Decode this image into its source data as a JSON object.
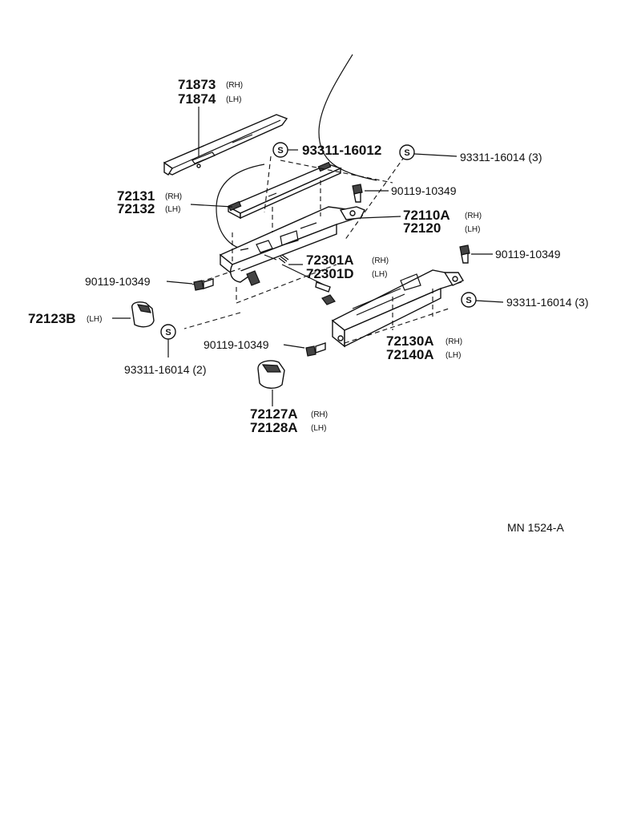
{
  "labels": {
    "p71873": "71873",
    "p71874": "71874",
    "p72131": "72131",
    "p72132": "72132",
    "p72110a": "72110A",
    "p72120": "72120",
    "p72301a": "72301A",
    "p72301d": "72301D",
    "p72123b": "72123B",
    "p72130a": "72130A",
    "p72140a": "72140A",
    "p72127a": "72127A",
    "p72128a": "72128A",
    "bolt_upper": "90119-10349",
    "bolt_right": "90119-10349",
    "bolt_left": "90119-10349",
    "bolt_lower": "90119-10349",
    "screw_top": "93311-16012",
    "screw_top_right": "93311-16014 (3)",
    "screw_right": "93311-16014 (3)",
    "screw_left": "93311-16014 (2)"
  },
  "side": {
    "rh": "(RH)",
    "lh": "(LH)"
  },
  "s_symbol": "S",
  "diagram_code": "MN 1524-A"
}
